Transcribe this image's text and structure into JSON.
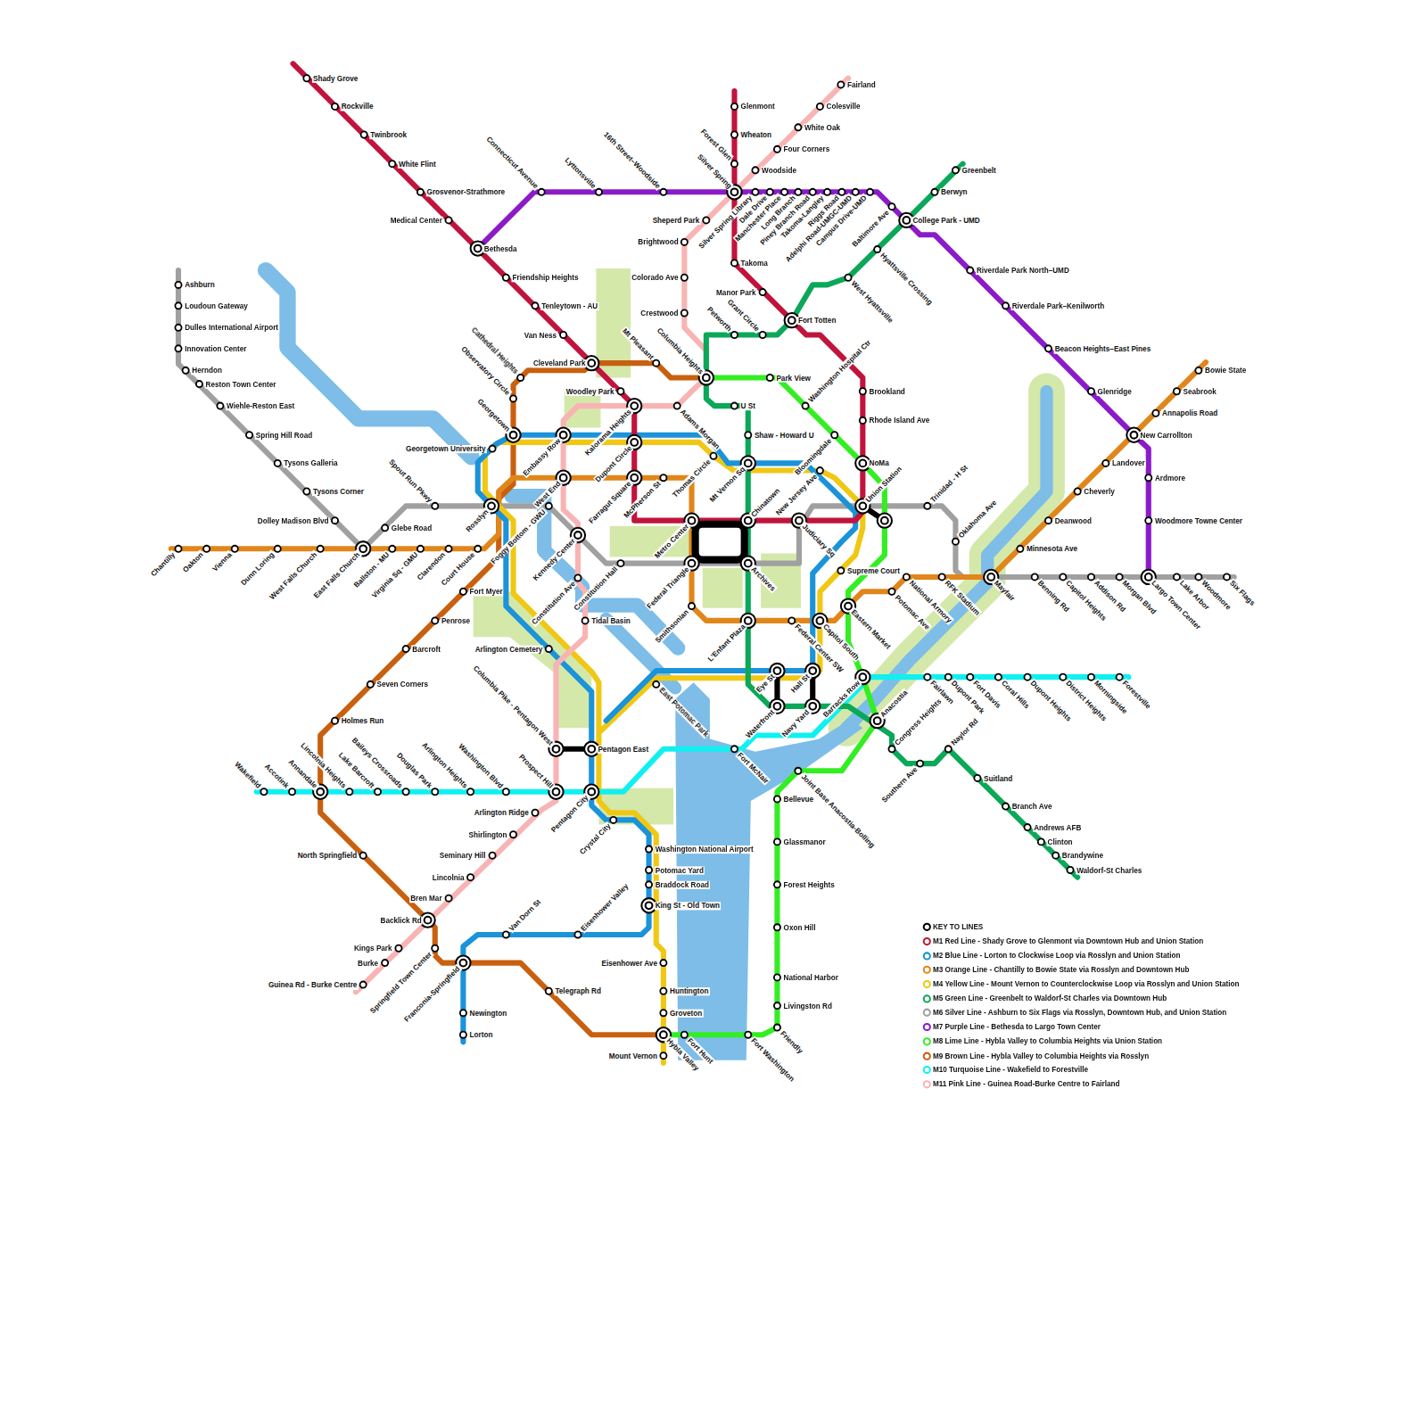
{
  "diagram": {
    "labels": [
      "Shady Grove",
      "Rockville",
      "Twinbrook",
      "White Flint",
      "Grosvenor-Strathmore",
      "Medical Center",
      "Bethesda",
      "Friendship Heights",
      "Tenleytown - AU",
      "Van Ness",
      "Cleveland Park",
      "Woodley Park",
      "Kalorama Heights",
      "Dupont Circle",
      "Farragut Square",
      "Metro Center",
      "Chinatown",
      "Judiciary Sq",
      "Union Station",
      "NoMa",
      "Rhode Island Ave",
      "Brookland",
      "Fort Totten",
      "Manor Park",
      "Takoma",
      "Silver Spring",
      "Forest Glen",
      "Wheaton",
      "Glenmont",
      "Fairland",
      "Colesville",
      "White Oak",
      "Four Corners",
      "Woodside",
      "Sheperd Park",
      "Brightwood",
      "Colorado Ave",
      "Crestwood",
      "Columbia Heights",
      "Adams Morgan",
      "Embassy Row",
      "West End",
      "Foggy Bottom - GWU",
      "Kennedy Center",
      "Constitution Ave",
      "Tidal Basin",
      "Columbia Pike - Pentagon West",
      "Prospect Hill",
      "Arlington Ridge",
      "Shirlington",
      "Seminary Hill",
      "Lincolnia",
      "Bren Mar",
      "Backlick Rd",
      "Kings Park",
      "Burke",
      "Guinea Rd - Burke Centre",
      "Connecticut Avenue",
      "Lyttonsville",
      "16th Street–Woodside",
      "Silver Spring Library",
      "Dale Drive",
      "Manchester Place",
      "Long Branch",
      "Piney Branch Road",
      "Takoma-Langley",
      "Riggs Road",
      "Adelphi Road-UMGC-UMD",
      "Campus Drive-UMD",
      "Baltimore Ave",
      "College Park - UMD",
      "Riverdale Park North–UMD",
      "Riverdale Park–Kenilworth",
      "Beacon Heights–East Pines",
      "Glenridge",
      "New Carrollton",
      "Ardmore",
      "Woodmore Towne Center",
      "Largo Town Center",
      "Greenbelt",
      "Berwyn",
      "Hyattsville Crossing",
      "West Hyattsville",
      "Grant Circle",
      "Petworth",
      "U St",
      "Shaw - Howard U",
      "Mt Vernon Sq",
      "Archives",
      "L'Enfant Plaza",
      "Waterfront",
      "Navy Yard",
      "Anacostia",
      "Congress Heights",
      "Southern Ave",
      "Naylor Rd",
      "Suitland",
      "Branch Ave",
      "Andrews AFB",
      "Clinton",
      "Brandywine",
      "Waldorf-St Charles",
      "Park View",
      "Washington Hospital Ctr",
      "Bloomingdale",
      "Eastern Market",
      "Barracks Row",
      "Joint Base Anacostia-Bolling",
      "Bellevue",
      "Glassmanor",
      "Forest Heights",
      "Oxon Hill",
      "National Harbor",
      "Livingston Rd",
      "Friendly",
      "Fort Washington",
      "Fort Hunt",
      "Hybla Valley",
      "Mount Vernon",
      "Groveton",
      "Huntington",
      "Eisenhower Ave",
      "Lorton",
      "Newington",
      "Franconia-Springfield",
      "Van Dorn St",
      "Eisenhower Valley",
      "King St - Old Town",
      "Braddock Road",
      "Potomac Yard",
      "Washington National Airport",
      "Crystal City",
      "Pentagon City",
      "Pentagon East",
      "Arlington Cemetery",
      "Georgetown University",
      "Georgetown",
      "Thomas Circle",
      "New Jersey Ave",
      "Supreme Court",
      "Capitol South",
      "Federal Center SW",
      "Hall St",
      "Eye St",
      "East Potomac Park",
      "Fort McNair",
      "Chantilly",
      "Oakton",
      "Vienna",
      "Dunn Loring",
      "West Falls Church",
      "East Falls Church",
      "Ballston - MU",
      "Virginia Sq - GMU",
      "Clarendon",
      "Court House",
      "Rosslyn",
      "McPherson St",
      "Federal Triangle",
      "Smithsonian",
      "Potomac Ave",
      "National Armory",
      "RFK Stadium",
      "Mayfair",
      "Minnesota Ave",
      "Deanwood",
      "Cheverly",
      "Landover",
      "Annapolis Road",
      "Seabrook",
      "Bowie State",
      "Telegraph Rd",
      "Springfield Town Center",
      "North Springfield",
      "Annandale",
      "Holmes Run",
      "Seven Corners",
      "Barcroft",
      "Penrose",
      "Fort Myer",
      "Observatory Circle",
      "Cathedral Heights",
      "Mt Pleasant",
      "Ashburn",
      "Loudoun Gateway",
      "Dulles International Airport",
      "Innovation Center",
      "Herndon",
      "Reston Town Center",
      "Wiehle-Reston East",
      "Spring Hill Road",
      "Tysons Galleria",
      "Tysons Corner",
      "Dolley Madison Blvd",
      "Glebe Road",
      "Spout Run Pkwy",
      "Constitution Hall",
      "Trinidad - H St",
      "Oklahoma Ave",
      "Benning Rd",
      "Capitol Heights",
      "Addison Rd",
      "Morgan Blvd",
      "Lake Arbor",
      "Woodmore",
      "Six Flags",
      "Wakefield",
      "Accotink",
      "Lincolnia Heights",
      "Lake Barcroft",
      "Baileys Crossroads",
      "Douglas Park",
      "Arlington Heights",
      "Washington Blvd",
      "Fairlawn",
      "Dupont Park",
      "Fort Davis",
      "Coral Hills",
      "Dupont Heights",
      "District Heights",
      "Morningside",
      "Forestville"
    ],
    "legend": [
      {
        "text": "KEY TO LINES"
      },
      {
        "text": "M1 Red Line - Shady Grove to Glenmont via Downtown Hub and Union Station",
        "color": "#c0143c"
      },
      {
        "text": "M2 Blue Line - Lorton to Clockwise Loop via Rosslyn and Union Station",
        "color": "#1a93d9"
      },
      {
        "text": "M3 Orange Line - Chantilly to Bowie State via Rosslyn and Downtown Hub",
        "color": "#e0861a"
      },
      {
        "text": "M4 Yellow Line - Mount Vernon to Counterclockwise Loop via Rosslyn and Union Station",
        "color": "#f0c814"
      },
      {
        "text": "M5 Green Line - Greenbelt to Waldorf-St Charles via Downtown Hub",
        "color": "#0aa858"
      },
      {
        "text": "M6 Silver Line - Ashburn to Six Flags via Rosslyn, Downtown Hub, and Union Station",
        "color": "#a0a0a0"
      },
      {
        "text": "M7 Purple Line - Bethesda to Largo Town Center",
        "color": "#8b1bc9"
      },
      {
        "text": "M8 Lime Line - Hybla Valley to Columbia Heights via Union Station",
        "color": "#33ee22"
      },
      {
        "text": "M9 Brown Line - Hybla Valley to Columbia Heights via Rosslyn",
        "color": "#c8600f"
      },
      {
        "text": "M10 Turquoise Line - Wakefield to Forestville",
        "color": "#10f0f0"
      },
      {
        "text": "M11 Pink Line - Guinea Road-Burke Centre to Fairland",
        "color": "#f8b4b4"
      }
    ]
  }
}
